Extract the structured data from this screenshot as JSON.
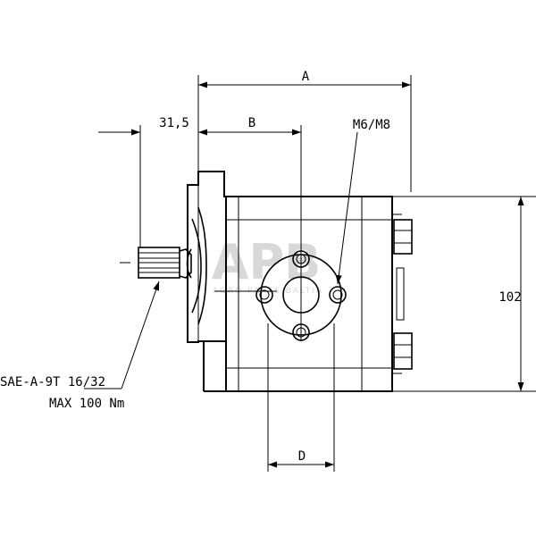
{
  "watermark": {
    "logo": "APB",
    "tagline": "AGRO PARTS BALTIA"
  },
  "dimensions": {
    "a": "A",
    "b": "B",
    "d": "D",
    "shaft_offset": "31,5",
    "height": "102",
    "thread": "M6/M8"
  },
  "shaft_spec": {
    "line1": "SAE-A-9T 16/32",
    "line2": "MAX 100 Nm"
  }
}
